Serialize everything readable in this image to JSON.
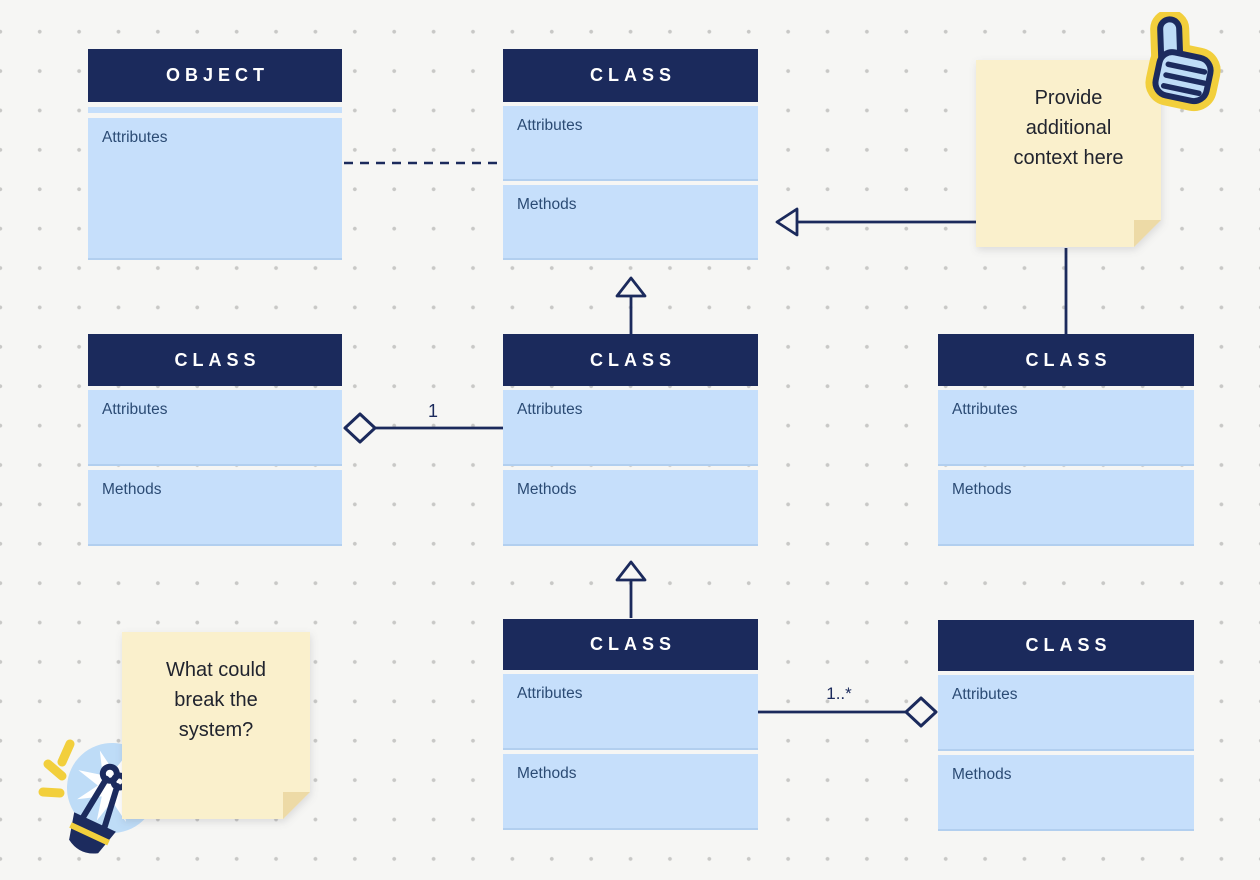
{
  "colors": {
    "canvas_bg": "#f6f6f4",
    "dot": "#c8c8c6",
    "navy": "#1b2a5c",
    "panel_blue": "#c6dffb",
    "panel_text": "#2b4b74",
    "sticky_bg": "#faf0cc",
    "sticky_fold": "#eddaa6",
    "sticky_text": "#21242e",
    "doodle_blue": "#bedcf7",
    "doodle_yellow": "#f2cf3c"
  },
  "boxes": [
    {
      "title": "OBJECT",
      "sections": [
        "Attributes"
      ]
    },
    {
      "title": "CLASS",
      "sections": [
        "Attributes",
        "Methods"
      ]
    },
    {
      "title": "CLASS",
      "sections": [
        "Attributes",
        "Methods"
      ]
    },
    {
      "title": "CLASS",
      "sections": [
        "Attributes",
        "Methods"
      ]
    },
    {
      "title": "CLASS",
      "sections": [
        "Attributes",
        "Methods"
      ]
    },
    {
      "title": "CLASS",
      "sections": [
        "Attributes",
        "Methods"
      ]
    },
    {
      "title": "CLASS",
      "sections": [
        "Attributes",
        "Methods"
      ]
    }
  ],
  "connector_labels": {
    "aggregation_one": "1",
    "aggregation_one_to_many": "1..*"
  },
  "stickies": [
    {
      "text": "Provide additional context here"
    },
    {
      "text": "What could break the system?"
    }
  ],
  "icons": [
    {
      "name": "thumbs-up-icon"
    },
    {
      "name": "lightbulb-icon"
    }
  ]
}
